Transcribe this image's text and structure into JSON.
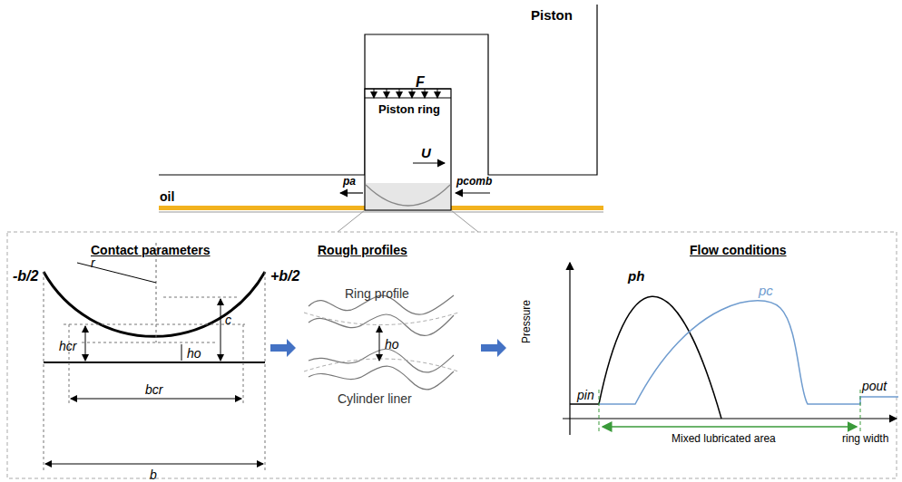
{
  "diagram": {
    "labels": [
      "Piston",
      "F",
      "Piston ring",
      "U",
      "pa",
      "pcomb",
      "oil",
      "Contact parameters",
      "Rough profiles",
      "Flow conditions",
      "-b/2",
      "+b/2",
      "r",
      "c",
      "hcr",
      "ho",
      "bcr",
      "b",
      "Ring profile",
      "Cylinder liner",
      "ho",
      "Pressure",
      "ph",
      "pc",
      "pin",
      "pout",
      "Mixed lubricated area",
      "ring width"
    ]
  }
}
